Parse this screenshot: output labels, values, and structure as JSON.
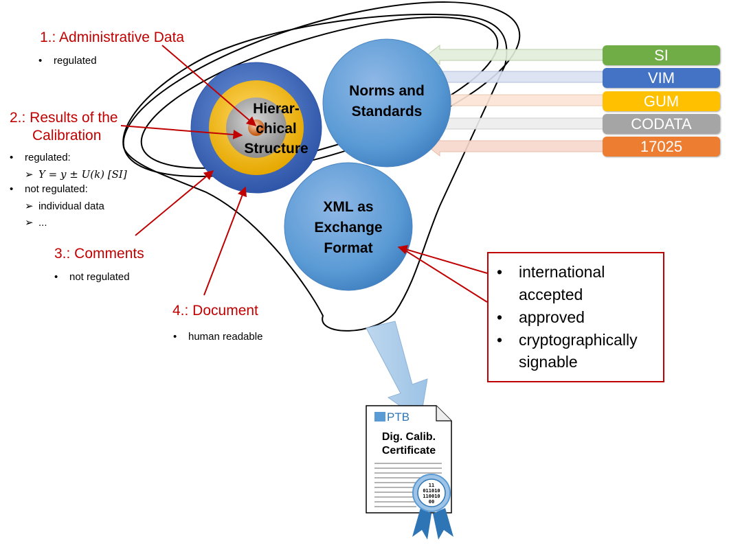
{
  "labels": {
    "admin": "1.: Administrative Data",
    "results_line1": "2.: Results of the",
    "results_line2": "Calibration",
    "comments": "3.: Comments",
    "document": "4.: Document"
  },
  "bullets": {
    "admin": [
      "regulated"
    ],
    "results": {
      "regulated": "regulated:",
      "formula": "Y = y ± U(k) [SI]",
      "not_regulated": "not regulated:",
      "sub": [
        "individual data",
        "..."
      ]
    },
    "comments": [
      "not regulated"
    ],
    "document": [
      "human readable"
    ]
  },
  "discs": {
    "hierarchical": [
      "Hierar-",
      "chical",
      "Structure"
    ],
    "norms": [
      "Norms and",
      "Standards"
    ],
    "xml": [
      "XML as",
      "Exchange",
      "Format"
    ]
  },
  "standards": [
    {
      "label": "SI",
      "color": "#70ad47"
    },
    {
      "label": "VIM",
      "color": "#4472c4"
    },
    {
      "label": "GUM",
      "color": "#ffc000"
    },
    {
      "label": "CODATA",
      "color": "#a5a5a5"
    },
    {
      "label": "17025",
      "color": "#ed7d31"
    }
  ],
  "infobox": {
    "items": [
      "international",
      "accepted",
      "approved",
      "cryptographically",
      "signable"
    ]
  },
  "certificate": {
    "logo": "PTB",
    "title_line1": "Dig. Calib.",
    "title_line2": "Certificate",
    "seal": [
      "11",
      "011010",
      "110010",
      "00"
    ]
  },
  "colors": {
    "label_red": "#c00000",
    "disc_blue": "#5b9bd5",
    "ring_blue": "#4472c4",
    "ring_yellow": "#ffc000",
    "ring_gray": "#a5a5a5",
    "core_orange": "#ed7d31"
  }
}
